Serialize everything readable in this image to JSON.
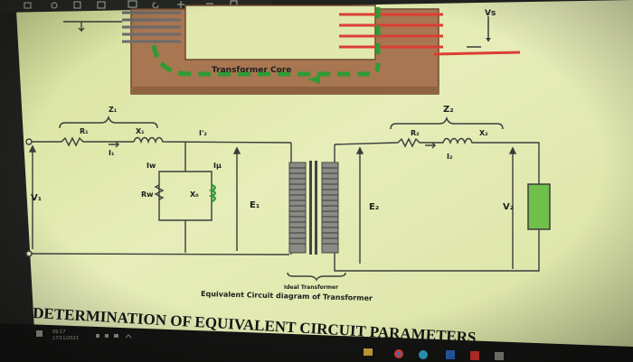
{
  "colors": {
    "slide_bg": "#e4ecb4",
    "core": "#a9764c",
    "coil_red": "#e0403a",
    "flux_green": "#3aa83a",
    "wire": "#3a3a3a",
    "load": "#6fbf4a",
    "taskbar": "#141513"
  },
  "toolbar_icons": [
    "back-icon",
    "home-icon",
    "print-icon",
    "save-icon",
    "window-icon",
    "refresh-icon",
    "plus-icon",
    "minus-icon",
    "restore-icon"
  ],
  "core_label": "Transformer Core",
  "labels": {
    "vs": "Vs",
    "z1": "Z₁",
    "r1": "R₁",
    "x1": "X₁",
    "i1": "I₁",
    "i2_prime": "I'₂",
    "iw": "Iw",
    "iu": "Iμ",
    "rw": "Rw",
    "x0": "X₀",
    "v1": "V₁",
    "e1": "E₁",
    "e2": "E₂",
    "z2": "Z₂",
    "r2": "R₂",
    "x2": "X₂",
    "i2": "I₂",
    "v2": "V₂"
  },
  "ideal_label": "Ideal Transformer",
  "caption": "Equivalent Circuit diagram of Transformer",
  "heading": "DETERMINATION OF EQUIVALENT CIRCUIT PARAMETERS",
  "taskbar": {
    "time": "09:17",
    "date": "17/11/2023",
    "tray_icons": [
      "network-icon",
      "speaker-icon",
      "battery-icon",
      "chevron-up-icon"
    ],
    "apps": [
      "file-explorer-icon",
      "chrome-icon",
      "edge-icon",
      "word-icon",
      "pdf-icon",
      "window-icon"
    ]
  }
}
